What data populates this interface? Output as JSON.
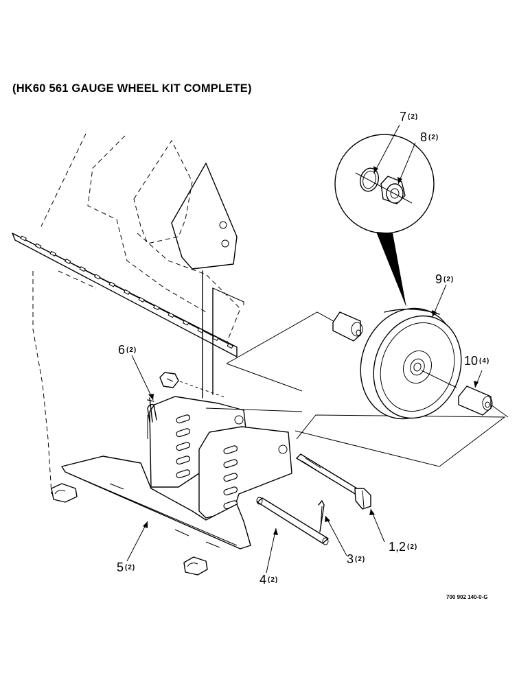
{
  "title": "(HK60 561 GAUGE WHEEL KIT COMPLETE)",
  "document_number": "700 902 140-0-G",
  "callouts": [
    {
      "num": "7",
      "qty": "(2)"
    },
    {
      "num": "8",
      "qty": "(2)"
    },
    {
      "num": "9",
      "qty": "(2)"
    },
    {
      "num": "10",
      "qty": "(4)"
    },
    {
      "num": "6",
      "qty": "(2)"
    },
    {
      "num": "1,2",
      "qty": "(2)"
    },
    {
      "num": "3",
      "qty": "(2)"
    },
    {
      "num": "4",
      "qty": "(2)"
    },
    {
      "num": "5",
      "qty": "(2)"
    }
  ]
}
